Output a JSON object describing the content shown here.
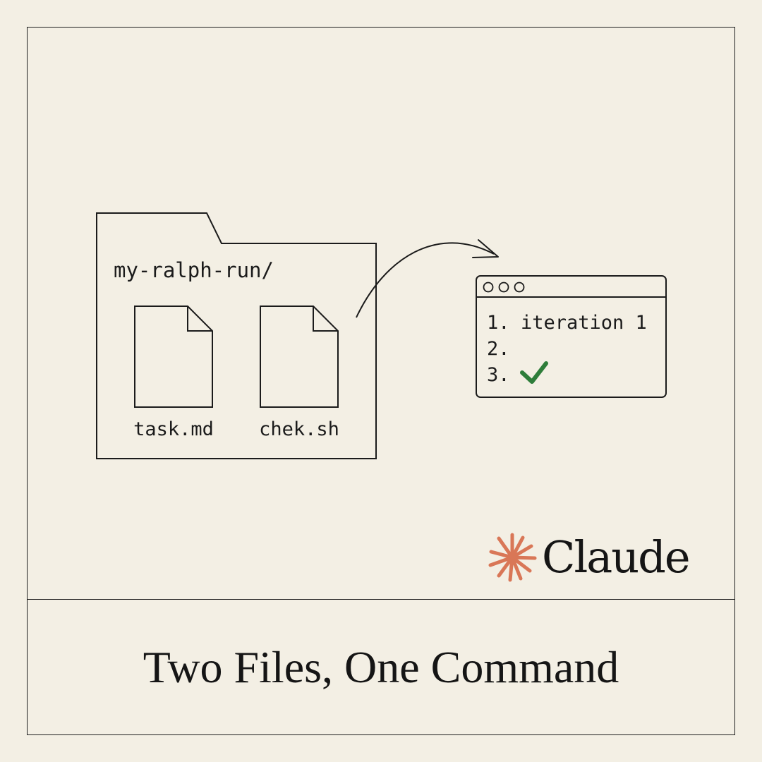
{
  "folder": {
    "name": "my-ralph-run/",
    "files": [
      {
        "name": "task.md",
        "icon": "document-icon"
      },
      {
        "name": "chek.sh",
        "icon": "document-icon"
      }
    ]
  },
  "terminal": {
    "window_dots": 3,
    "lines": [
      {
        "number": "1.",
        "text": "iteration 1"
      },
      {
        "number": "2.",
        "text": ""
      },
      {
        "number": "3.",
        "text": "",
        "icon": "checkmark-icon"
      }
    ]
  },
  "brand": {
    "name": "Claude",
    "logo_color": "#d97757"
  },
  "caption": "Two Files, One Command",
  "colors": {
    "background": "#f3efe4",
    "ink": "#1b1b1b",
    "check": "#2e7d3a"
  }
}
